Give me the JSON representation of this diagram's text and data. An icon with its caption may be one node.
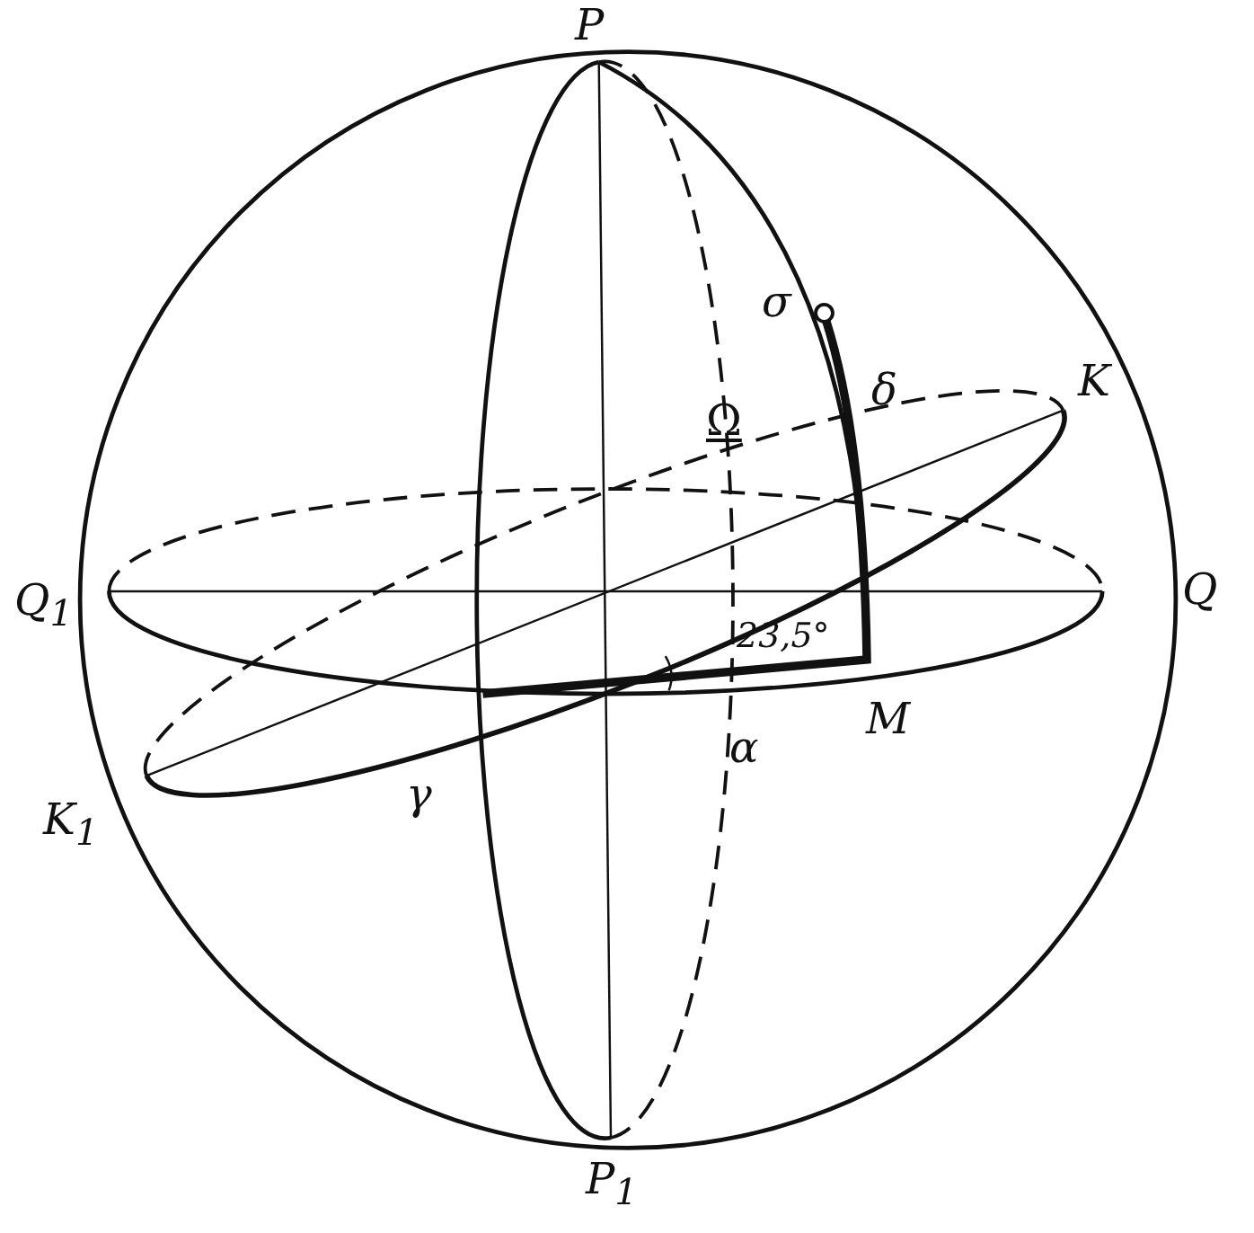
{
  "diagram": {
    "labels": [
      "P",
      "σ",
      "K",
      "Ω",
      "δ",
      "Q$_{1}$",
      "Q",
      "23,5°",
      "M",
      "α",
      "K$_{1}$",
      "γ",
      "P$_{1}$"
    ]
  }
}
